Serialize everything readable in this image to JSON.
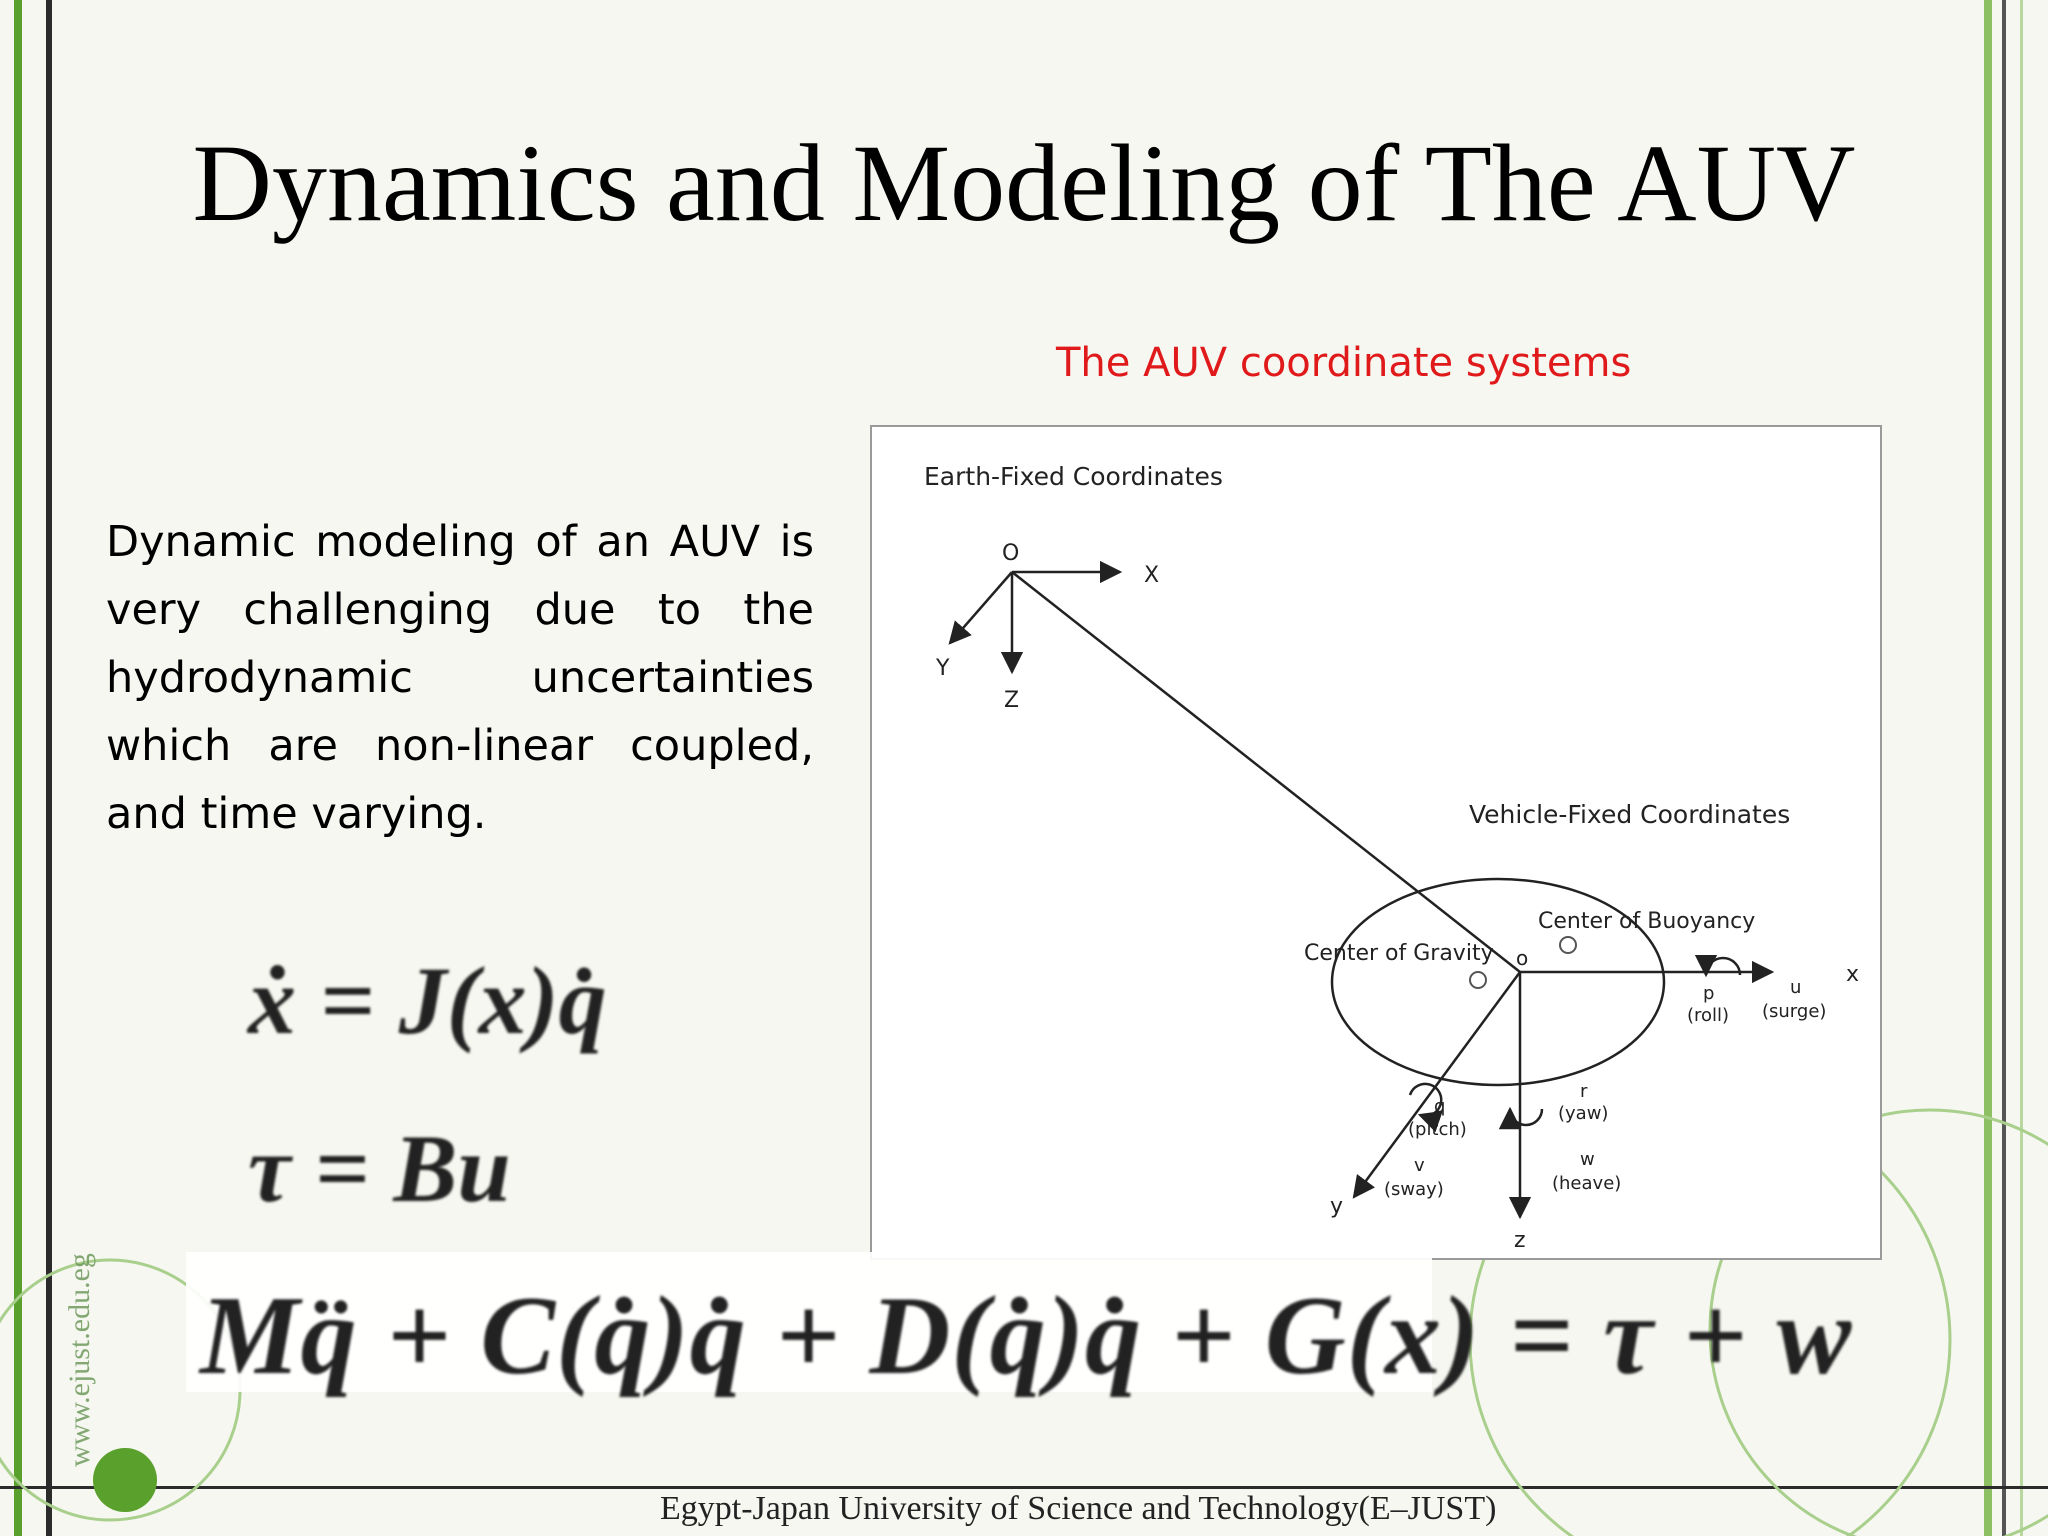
{
  "slide": {
    "title": "Dynamics and Modeling of The AUV",
    "figure_caption": "The AUV coordinate systems",
    "body_text": "Dynamic modeling of an AUV is very challenging due to the hydrodynamic uncertainties which are non-linear coupled, and time varying.",
    "equations": {
      "kinematics": "ẋ = J(x)q̇",
      "input": "τ = Bu",
      "dynamics": "Mq̈ + C(q̇)q̇ + D(q̇)q̇ + G(x) = τ + w"
    },
    "footer": "Egypt-Japan University of Science and Technology(E–JUST)",
    "watermark": "www.ejust.edu.eg",
    "accent_color": "#5aa02c",
    "caption_color": "#e0191b"
  },
  "figure": {
    "earth_frame": {
      "title": "Earth-Fixed Coordinates",
      "origin": "O",
      "x_axis": "X",
      "y_axis": "Y",
      "z_axis": "Z"
    },
    "vehicle_frame": {
      "title": "Vehicle-Fixed Coordinates",
      "center_of_buoyancy": "Center of Buoyancy",
      "center_of_gravity": "Center of Gravity",
      "origin": "o",
      "x_axis": "x",
      "y_axis": "y",
      "z_axis": "z",
      "surge_symbol": "u",
      "surge_label": "(surge)",
      "roll_symbol": "p",
      "roll_label": "(roll)",
      "pitch_symbol": "q",
      "pitch_label": "(pitch)",
      "sway_symbol": "v",
      "sway_label": "(sway)",
      "yaw_symbol": "r",
      "yaw_label": "(yaw)",
      "heave_symbol": "w",
      "heave_label": "(heave)"
    }
  }
}
